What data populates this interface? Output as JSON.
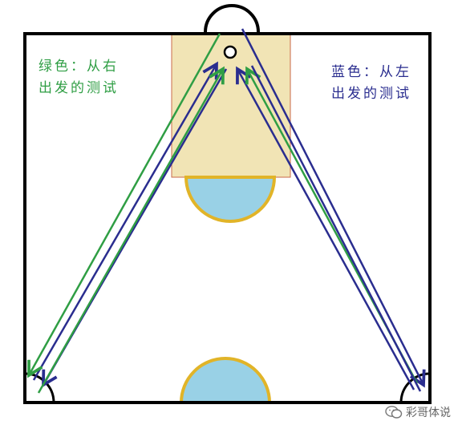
{
  "labels": {
    "green": {
      "line1": "绿色：从右",
      "line2": "出发的测试",
      "color": "#2f9e44"
    },
    "blue": {
      "line1": "蓝色：从左",
      "line2": "出发的测试",
      "color": "#2a2d8f"
    }
  },
  "colors": {
    "court_line": "#000000",
    "key_fill": "#f1e4b5",
    "key_border": "#c9694a",
    "circle_fill": "#99d1e6",
    "circle_border": "#e1b428",
    "green_path": "#2f9e44",
    "blue_path": "#2a2d8f"
  },
  "watermark": {
    "text": "彩哥体说",
    "icon": "wechat-icon"
  }
}
